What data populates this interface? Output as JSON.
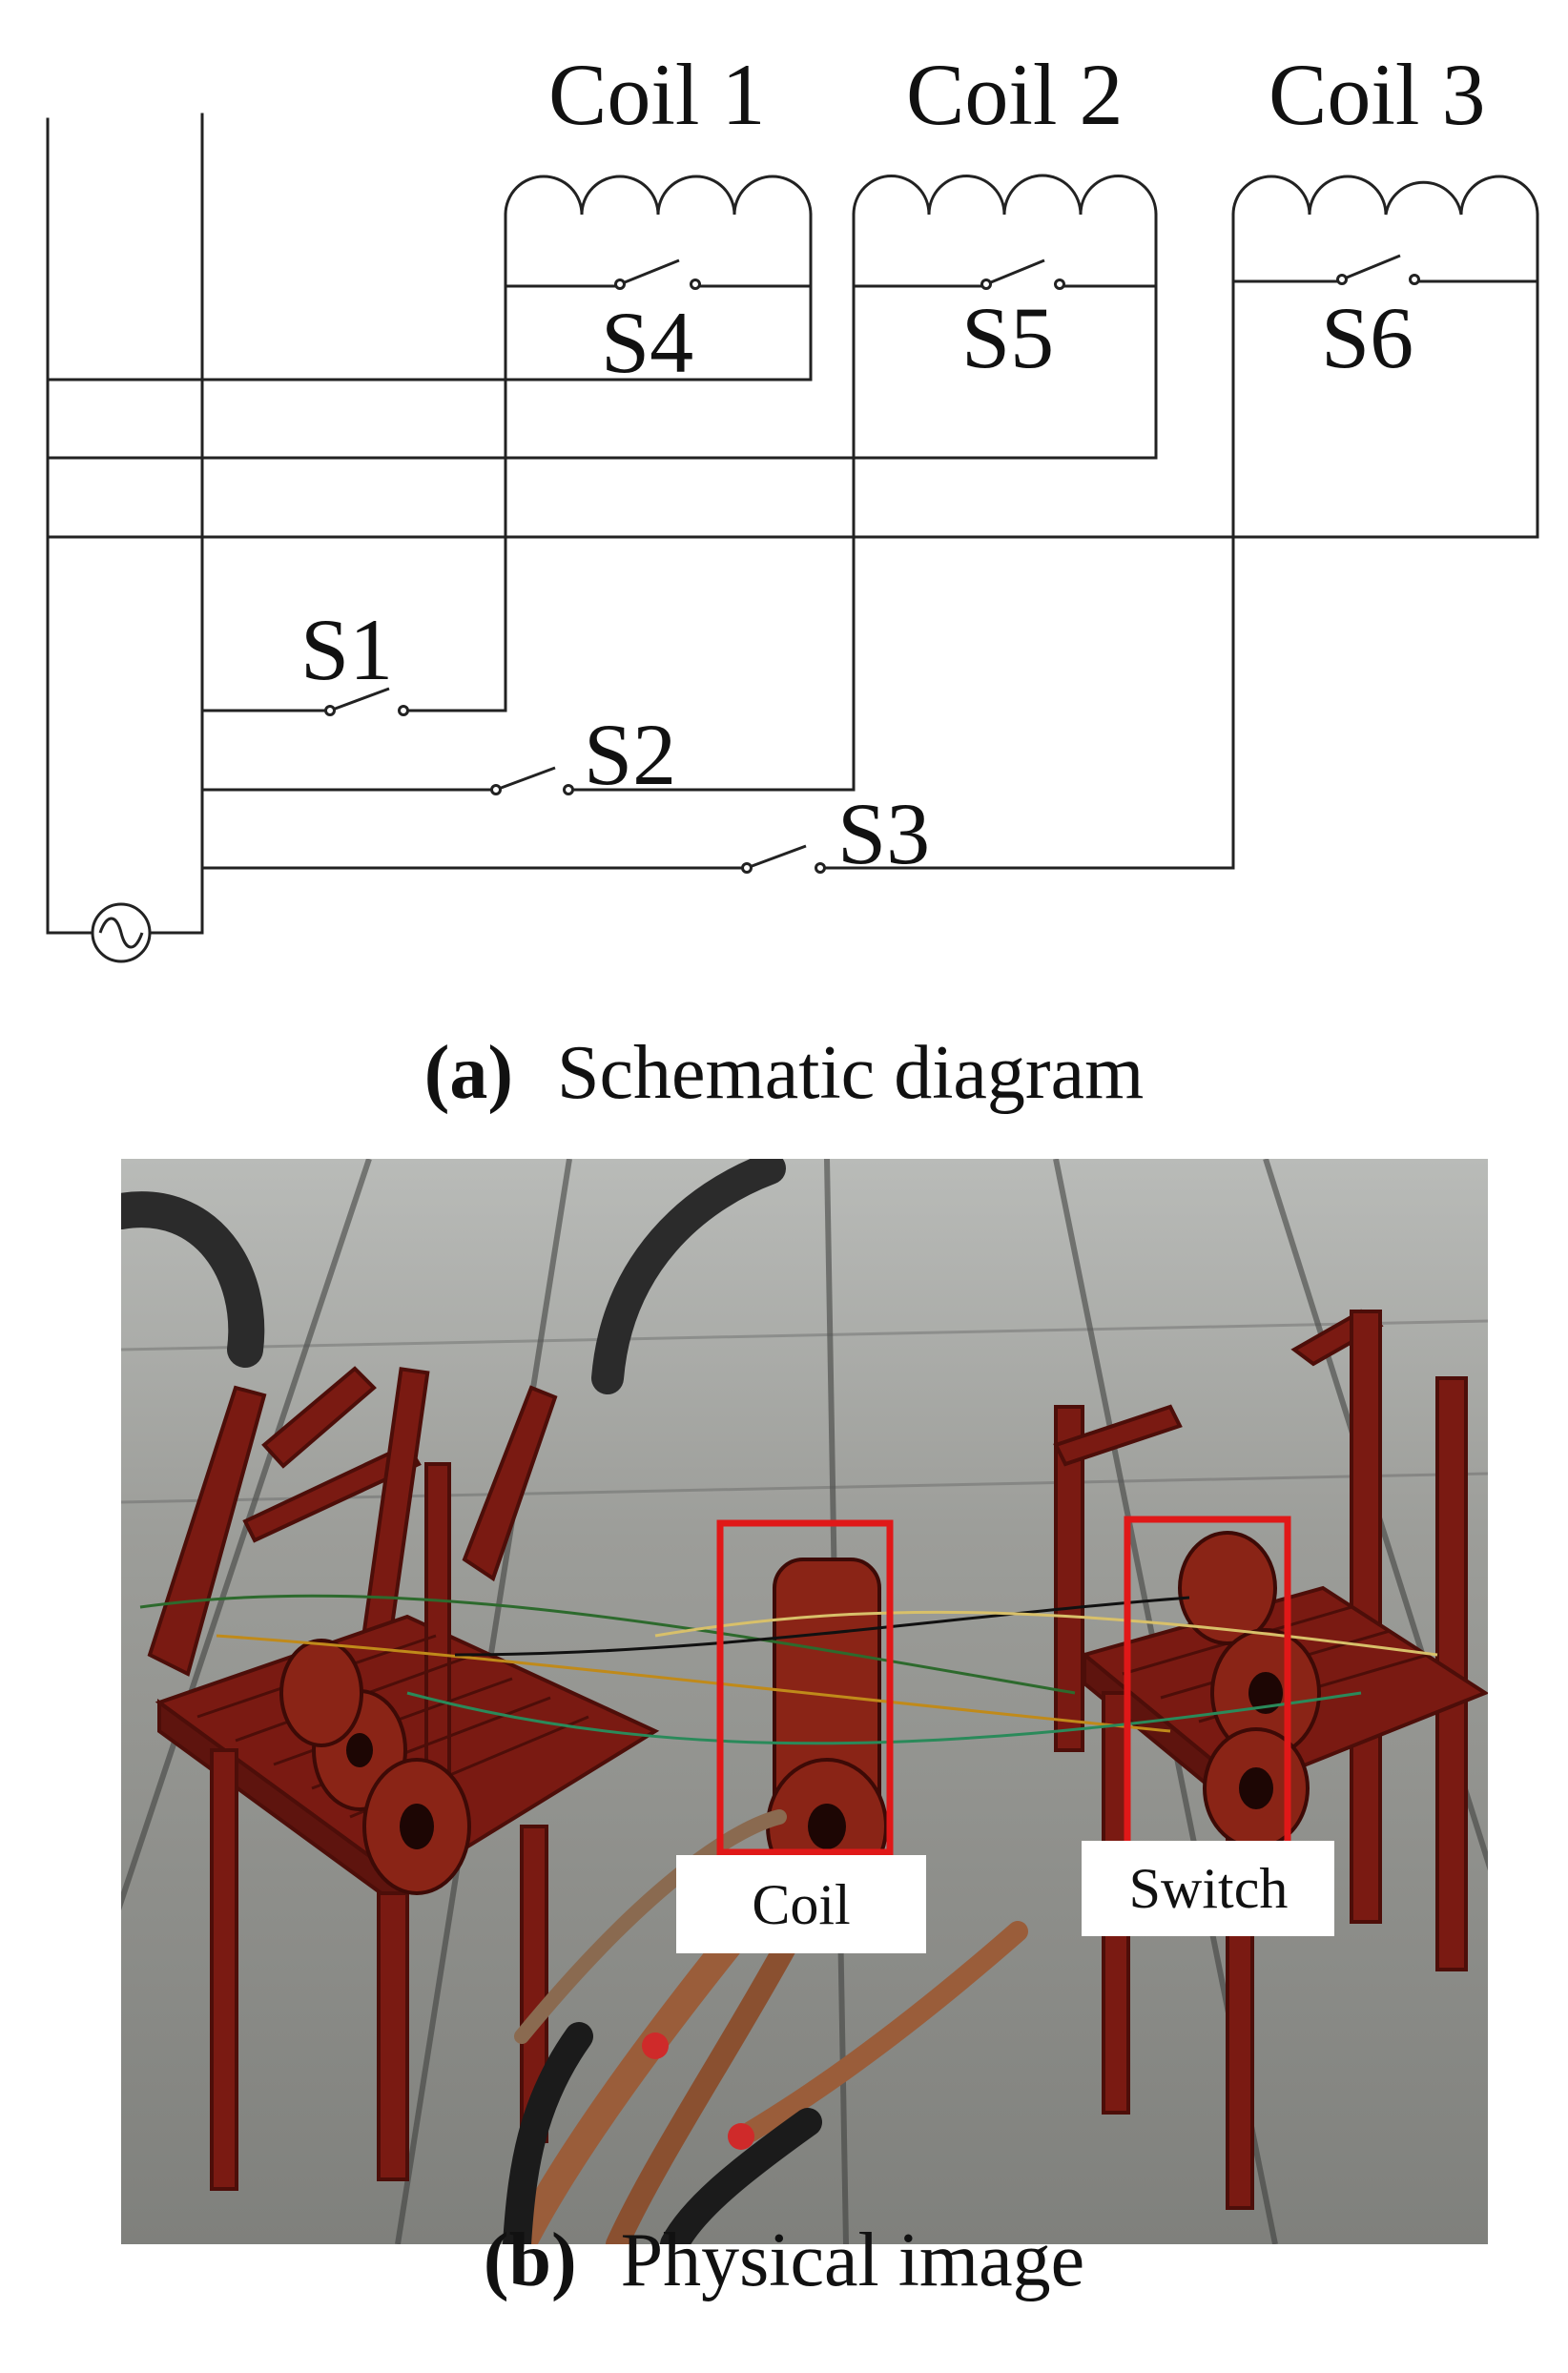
{
  "schematic": {
    "coils": [
      "Coil 1",
      "Coil 2",
      "Coil 3"
    ],
    "bypass_switches": [
      "S4",
      "S5",
      "S6"
    ],
    "supply_switches": [
      "S1",
      "S2",
      "S3"
    ]
  },
  "captions": {
    "a": {
      "tag": "(a)",
      "text": "Schematic diagram"
    },
    "b": {
      "tag": "(b)",
      "text": "Physical image"
    }
  },
  "photo": {
    "labels": {
      "coil": "Coil",
      "switch": "Switch"
    },
    "colors": {
      "highlight": "#e01818",
      "chair": "#7a1a12",
      "ground": "#8f8f8b"
    }
  }
}
